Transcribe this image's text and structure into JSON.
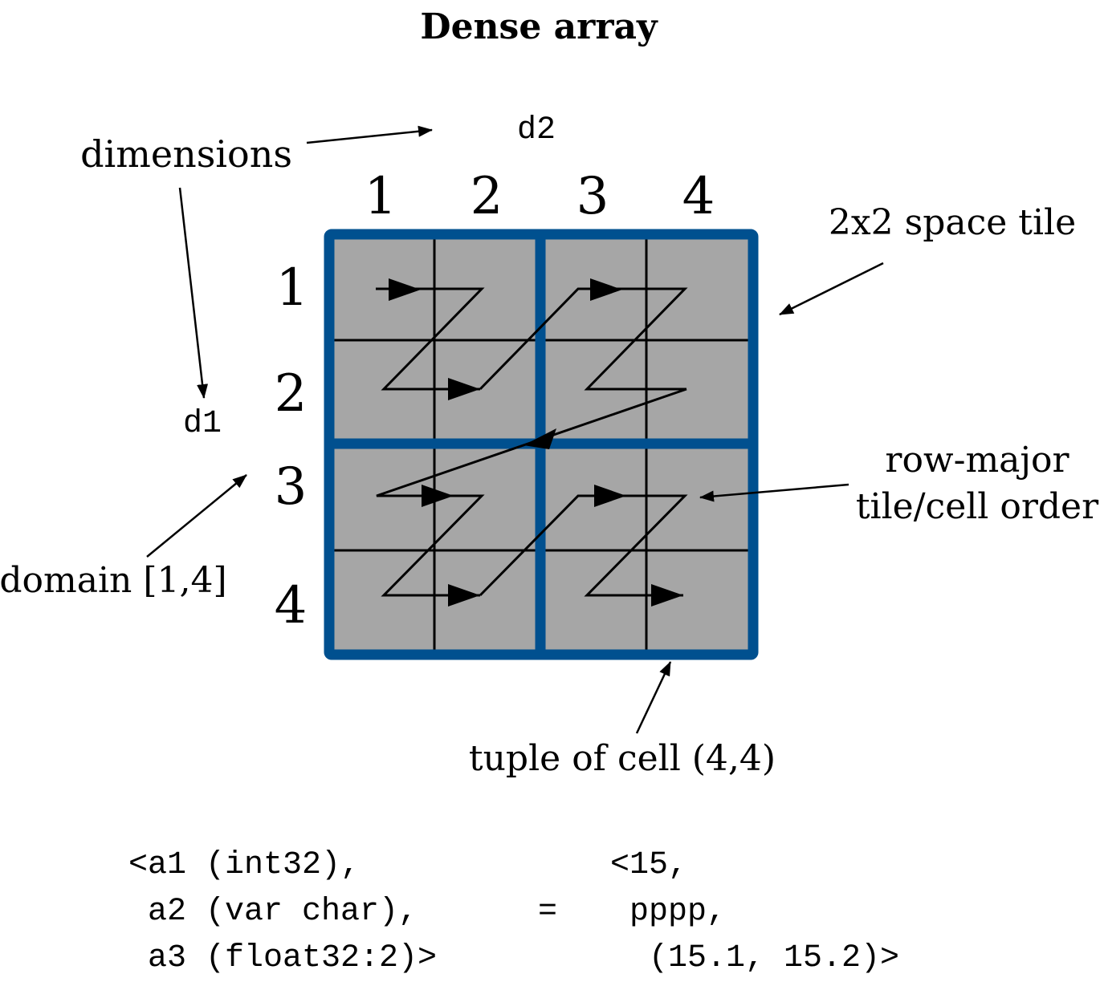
{
  "title": "Dense array",
  "labels": {
    "dimensions": "dimensions",
    "d2": "d2",
    "d1": "d1",
    "space_tile": "2x2 space tile",
    "order_line1": "row-major",
    "order_line2": "tile/cell order",
    "domain": "domain [1,4]",
    "tuple": "tuple of cell (4,4)"
  },
  "column_indices": [
    "1",
    "2",
    "3",
    "4"
  ],
  "row_indices": [
    "1",
    "2",
    "3",
    "4"
  ],
  "schema": {
    "attributes": [
      "<a1 (int32),",
      " a2 (var char),",
      " a3 (float32:2)>"
    ],
    "equals": "=",
    "values": [
      "<15,",
      " pppp,",
      "  (15.1, 15.2)>"
    ]
  },
  "colors": {
    "tile_border": "#00508F",
    "cell_fill": "#A6A6A6",
    "lines": "#000000"
  }
}
